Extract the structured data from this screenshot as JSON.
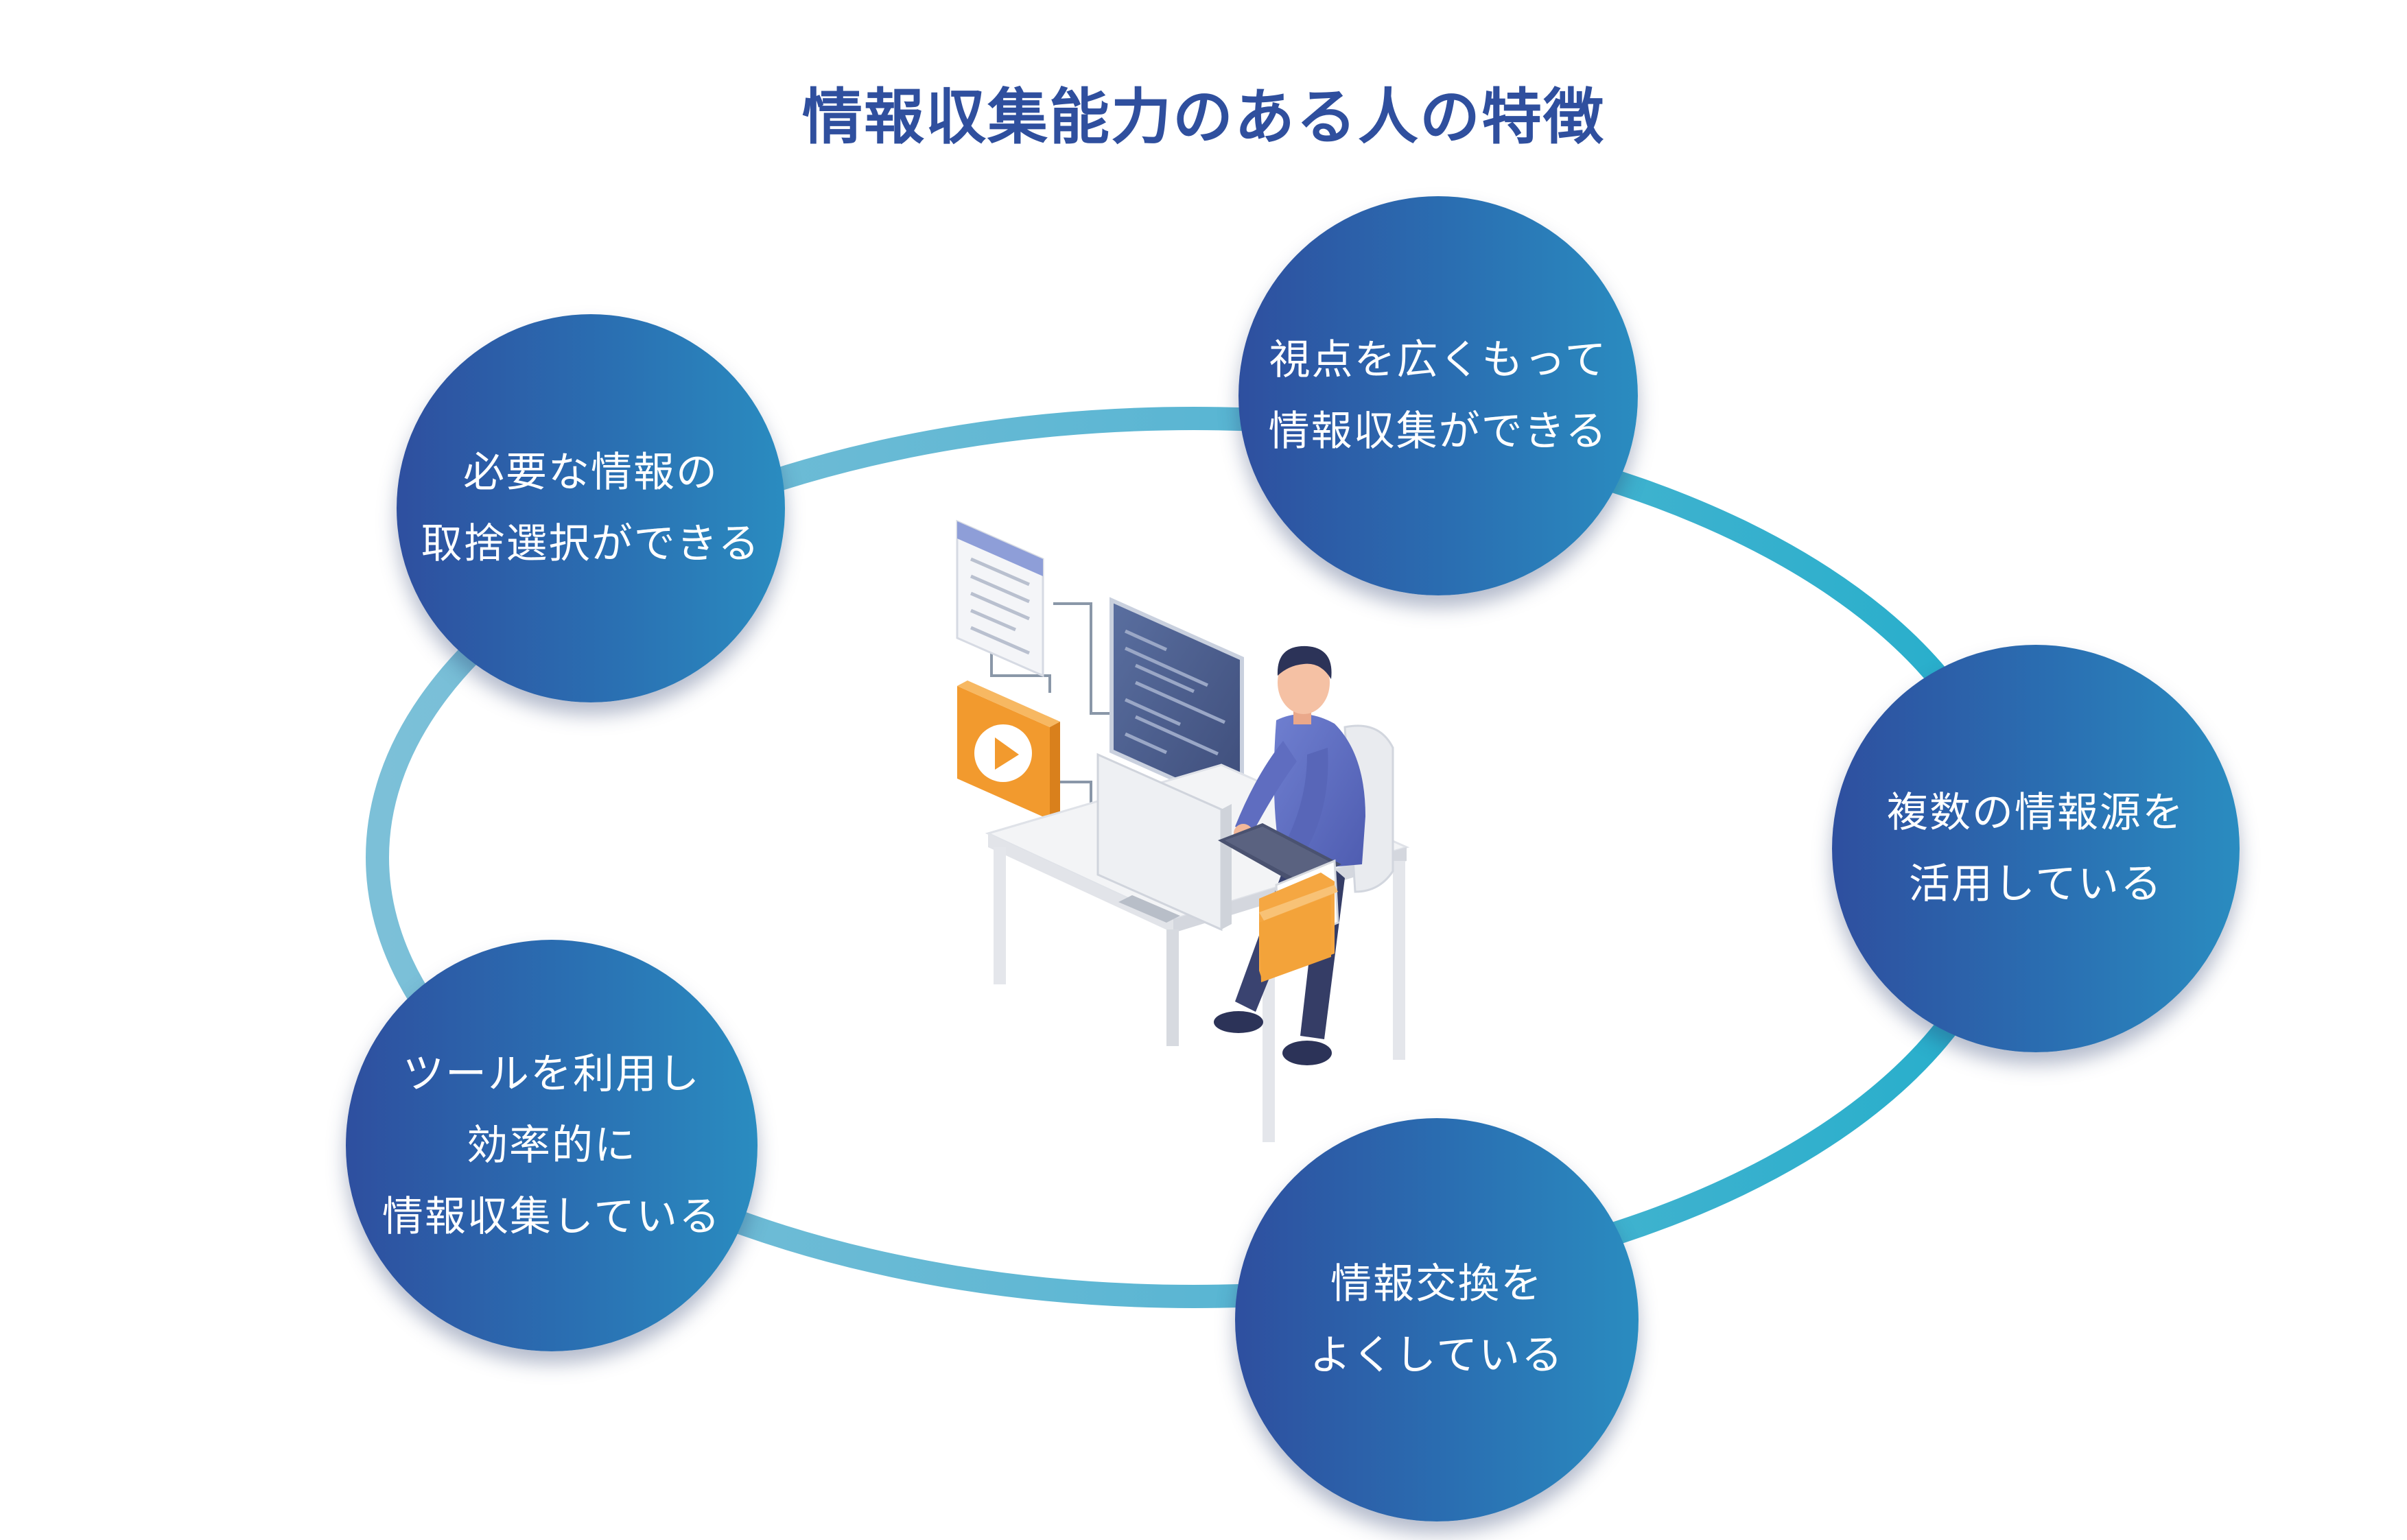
{
  "title": "情報収集能力のある人の特徴",
  "features": [
    {
      "id": "select",
      "lines": [
        "必要な情報の",
        "取捨選択ができる"
      ]
    },
    {
      "id": "perspective",
      "lines": [
        "視点を広くもって",
        "情報収集ができる"
      ]
    },
    {
      "id": "multiple-sources",
      "lines": [
        "複数の情報源を",
        "活用している"
      ]
    },
    {
      "id": "exchange",
      "lines": [
        "情報交換を",
        "よくしている"
      ]
    },
    {
      "id": "tools",
      "lines": [
        "ツールを利用し",
        "効率的に",
        "情報収集している"
      ]
    }
  ],
  "colors": {
    "title": "#2f4f9e",
    "circle_start": "#2e4f9f",
    "circle_end": "#2a8cc0",
    "ring_start": "#6fb8d6",
    "ring_end": "#2fb0cf",
    "accent_orange": "#f29a2e"
  },
  "icons": [
    "document-window-icon",
    "code-monitor-icon",
    "play-video-icon",
    "person-at-desk-illustration",
    "folder-icon"
  ]
}
